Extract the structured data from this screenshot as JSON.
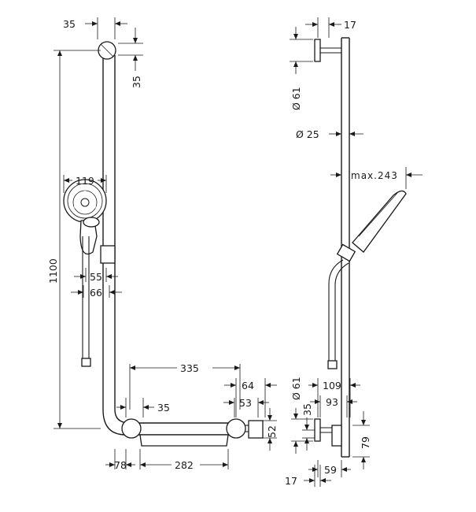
{
  "left_view": {
    "dims": {
      "rail_offset": "35",
      "top_bracket_drop": "35",
      "total_height": "1100",
      "head_width": "119",
      "holder_inner": "55",
      "holder_outer": "66",
      "bar_length": "335",
      "bar_end_depth": "64",
      "bar_end_inner": "53",
      "corner_drop": "35",
      "bar_end_height": "52",
      "bar_depth": "78",
      "shelf_width": "282"
    }
  },
  "right_view": {
    "dims": {
      "top_offset": "17",
      "top_flange": "Ø 61",
      "rail_diameter": "Ø 25",
      "handshower_reach": "max.243",
      "bottom_flange": "Ø 61",
      "bottom_depth": "109",
      "bottom_vertical": "35",
      "bottom_inner": "93",
      "bottom_height": "79",
      "bottom_offset": "17",
      "bottom_depth_small": "59"
    }
  }
}
